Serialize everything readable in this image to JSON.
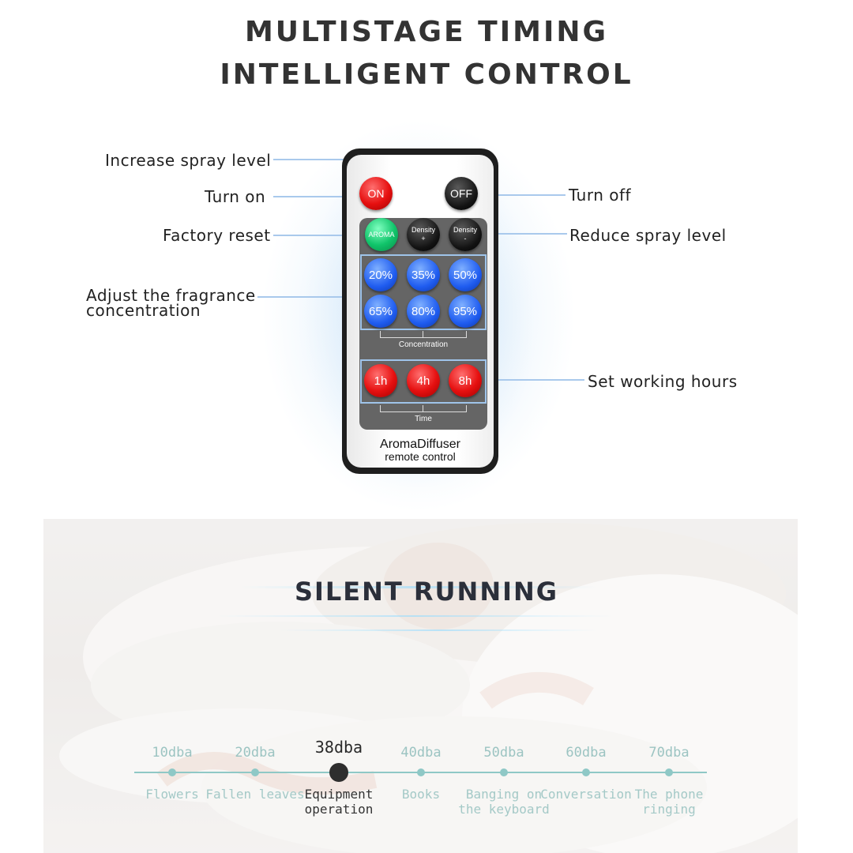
{
  "header": {
    "line1": "MULTISTAGE TIMING",
    "line2": "INTELLIGENT CONTROL"
  },
  "callouts": {
    "increase": "Increase spray level",
    "turn_on": "Turn on",
    "factory_reset": "Factory reset",
    "adjust_line1": "Adjust the fragrance",
    "adjust_line2": "concentration",
    "turn_off": "Turn off",
    "reduce": "Reduce spray level",
    "set_hours": "Set working hours"
  },
  "remote": {
    "on_label": "ON",
    "off_label": "OFF",
    "aroma_label": "AROMA",
    "density_label": "Density",
    "plus": "+",
    "minus": "-",
    "concentrations": [
      "20%",
      "35%",
      "50%",
      "65%",
      "80%",
      "95%"
    ],
    "concentration_label": "Concentration",
    "times": [
      "1h",
      "4h",
      "8h"
    ],
    "time_label": "Time",
    "brand_line1": "AromaDiffuser",
    "brand_line2": "remote control"
  },
  "silent": {
    "title": "SILENT RUNNING",
    "levels": [
      {
        "dba": "10dba",
        "source_line1": "Flowers",
        "source_line2": ""
      },
      {
        "dba": "20dba",
        "source_line1": "Fallen leaves",
        "source_line2": ""
      },
      {
        "dba": "38dba",
        "source_line1": "Equipment",
        "source_line2": "operation"
      },
      {
        "dba": "40dba",
        "source_line1": "Books",
        "source_line2": ""
      },
      {
        "dba": "50dba",
        "source_line1": "Banging on",
        "source_line2": "the keyboard"
      },
      {
        "dba": "60dba",
        "source_line1": "Conversation",
        "source_line2": ""
      },
      {
        "dba": "70dba",
        "source_line1": "The phone",
        "source_line2": "ringing"
      }
    ],
    "active_index": 2
  }
}
